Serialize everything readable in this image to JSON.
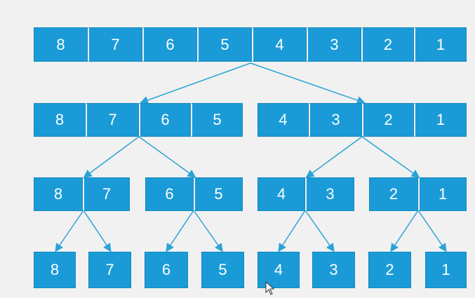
{
  "diagram": {
    "levels": [
      {
        "groups": [
          [
            "8",
            "7",
            "6",
            "5",
            "4",
            "3",
            "2",
            "1"
          ]
        ]
      },
      {
        "groups": [
          [
            "8",
            "7",
            "6",
            "5"
          ],
          [
            "4",
            "3",
            "2",
            "1"
          ]
        ]
      },
      {
        "groups": [
          [
            "8",
            "7"
          ],
          [
            "6",
            "5"
          ],
          [
            "4",
            "3"
          ],
          [
            "2",
            "1"
          ]
        ]
      },
      {
        "groups": [
          [
            "8"
          ],
          [
            "7"
          ],
          [
            "6"
          ],
          [
            "5"
          ],
          [
            "4"
          ],
          [
            "3"
          ],
          [
            "2"
          ],
          [
            "1"
          ]
        ]
      }
    ],
    "colors": {
      "box": "#1a9bd7",
      "arrow": "#2aa3d8",
      "background": "#f1f1f1"
    }
  }
}
